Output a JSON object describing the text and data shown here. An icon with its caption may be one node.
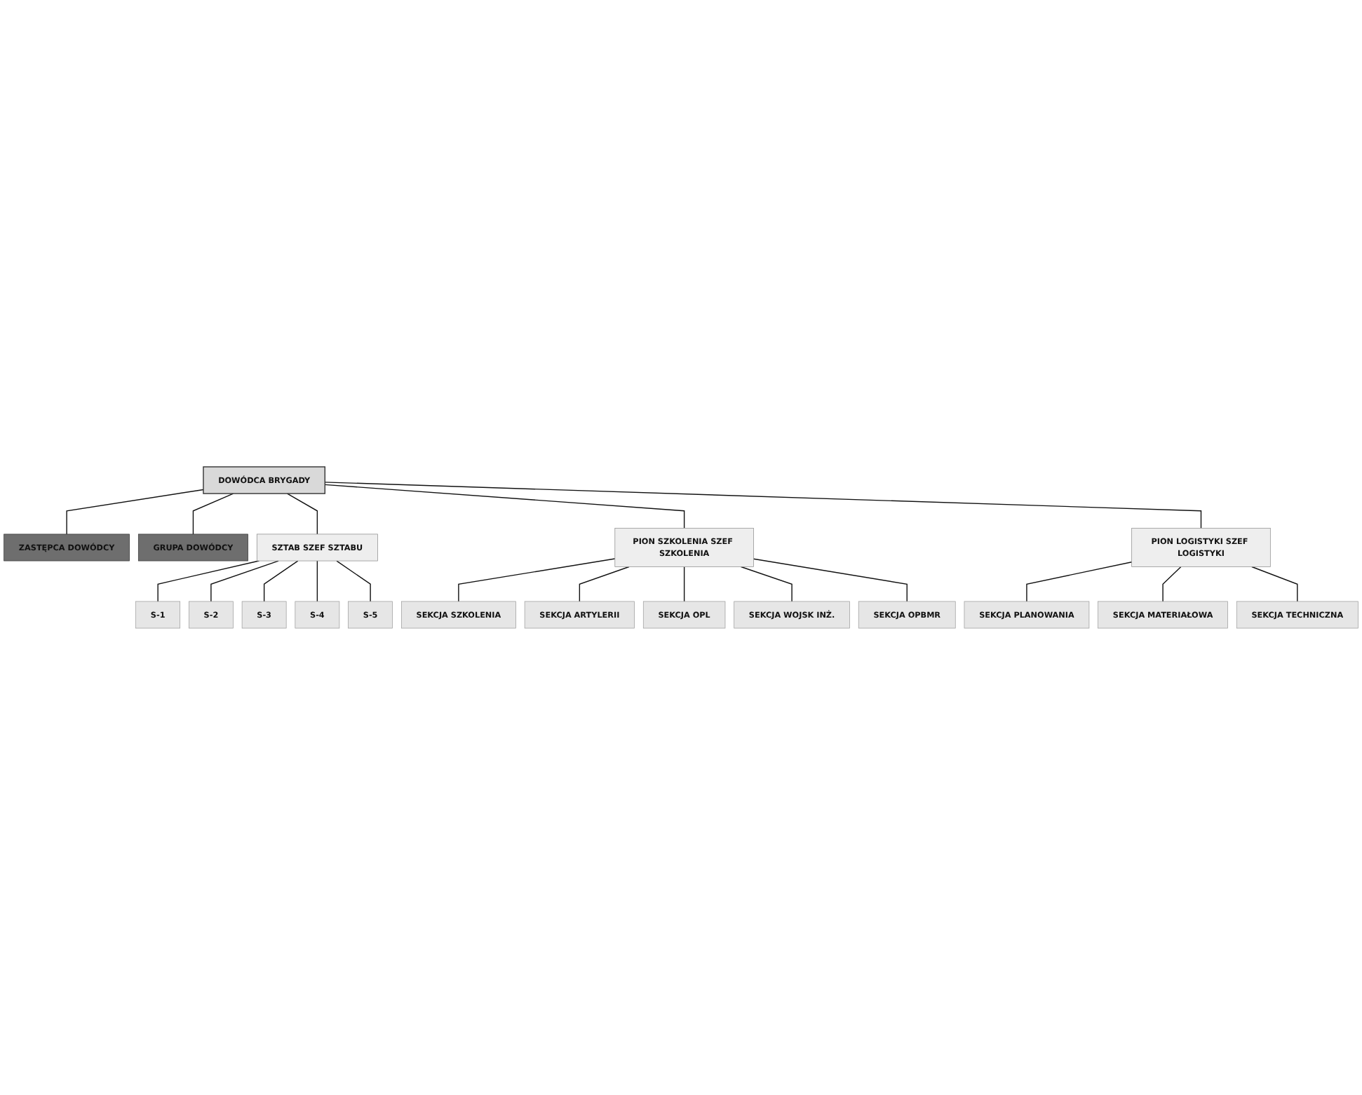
{
  "diagram": {
    "nodes": [
      {
        "text": [
          "DOWÓDCA BRYGADY"
        ]
      },
      {
        "text": [
          "ZASTĘPCA DOWÓDCY"
        ]
      },
      {
        "text": [
          "GRUPA DOWÓDCY"
        ]
      },
      {
        "text": [
          "SZTAB SZEF SZTABU"
        ]
      },
      {
        "text": [
          "PION SZKOLENIA SZEF SZKOLENIA"
        ]
      },
      {
        "text": [
          "PION LOGISTYKI SZEF LOGISTYKI"
        ]
      },
      {
        "text": [
          "S-1"
        ]
      },
      {
        "text": [
          "S-2"
        ]
      },
      {
        "text": [
          "S-3"
        ]
      },
      {
        "text": [
          "S-4"
        ]
      },
      {
        "text": [
          "S-5"
        ]
      },
      {
        "text": [
          "SEKCJA SZKOLENIA"
        ]
      },
      {
        "text": [
          "SEKCJA ARTYLERII"
        ]
      },
      {
        "text": [
          "SEKCJA OPL"
        ]
      },
      {
        "text": [
          "SEKCJA WOJSK INŻ."
        ]
      },
      {
        "text": [
          "SEKCJA OPBMR"
        ]
      },
      {
        "text": [
          "SEKCJA PLANOWANIA"
        ]
      },
      {
        "text": [
          "SEKCJA MATERIAŁOWA"
        ]
      },
      {
        "text": [
          "SEKCJA TECHNICZNA"
        ]
      }
    ],
    "edges": [
      {
        "from": 0,
        "to": 1,
        "arrow": "none"
      },
      {
        "from": 0,
        "to": 2,
        "arrow": "none"
      },
      {
        "from": 0,
        "to": 3,
        "arrow": "none"
      },
      {
        "from": 0,
        "to": 4,
        "arrow": "none"
      },
      {
        "from": 0,
        "to": 5,
        "arrow": "none"
      },
      {
        "from": 3,
        "to": 6,
        "arrow": "none"
      },
      {
        "from": 3,
        "to": 7,
        "arrow": "none"
      },
      {
        "from": 3,
        "to": 8,
        "arrow": "none"
      },
      {
        "from": 3,
        "to": 9,
        "arrow": "none"
      },
      {
        "from": 3,
        "to": 10,
        "arrow": "none"
      },
      {
        "from": 4,
        "to": 11,
        "arrow": "none"
      },
      {
        "from": 4,
        "to": 12,
        "arrow": "none"
      },
      {
        "from": 4,
        "to": 13,
        "arrow": "none"
      },
      {
        "from": 4,
        "to": 14,
        "arrow": "none"
      },
      {
        "from": 4,
        "to": 15,
        "arrow": "none"
      },
      {
        "from": 5,
        "to": 16,
        "arrow": "none"
      },
      {
        "from": 5,
        "to": 17,
        "arrow": "none"
      },
      {
        "from": 5,
        "to": 18,
        "arrow": "none"
      }
    ]
  }
}
